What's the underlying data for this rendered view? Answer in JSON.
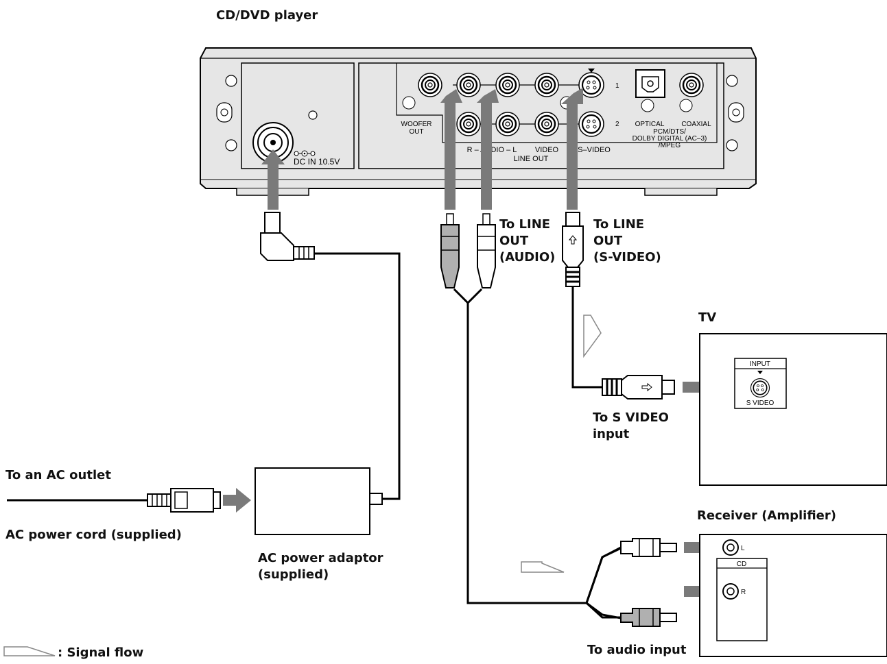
{
  "title": "CD/DVD player",
  "player_panel": {
    "woofer_out": [
      "WOOFER",
      "OUT"
    ],
    "audio": "R – AUDIO – L",
    "video": "VIDEO",
    "s_video": "S–VIDEO",
    "line_out": "LINE OUT",
    "port_1": "1",
    "port_2": "2",
    "optical": "OPTICAL",
    "coaxial": "COAXIAL",
    "digital_format": [
      "PCM/DTS/",
      "DOLBY DIGITAL (AC–3)",
      "/MPEG"
    ],
    "dc_in": "DC IN 10.5V"
  },
  "labels": {
    "to_line_out_audio": [
      "To LINE",
      "OUT",
      "(AUDIO)"
    ],
    "to_line_out_svideo": [
      "To LINE",
      "OUT",
      "(S-VIDEO)"
    ],
    "tv": "TV",
    "to_s_video_input": [
      "To S VIDEO",
      "input"
    ],
    "to_ac_outlet": "To an AC outlet",
    "ac_power_cord": "AC power cord (supplied)",
    "ac_power_adaptor": [
      "AC power adaptor",
      "(supplied)"
    ],
    "receiver": "Receiver (Amplifier)",
    "to_audio_input": "To audio input",
    "signal_flow": ": Signal flow"
  },
  "tv_panel": {
    "input": "INPUT",
    "s_video": "S VIDEO"
  },
  "receiver_panel": {
    "cd": "CD",
    "l": "L",
    "r": "R"
  },
  "colors": {
    "arrow": "#7a7a7a",
    "line": "#000000",
    "panel_fill": "#e6e6e6"
  }
}
